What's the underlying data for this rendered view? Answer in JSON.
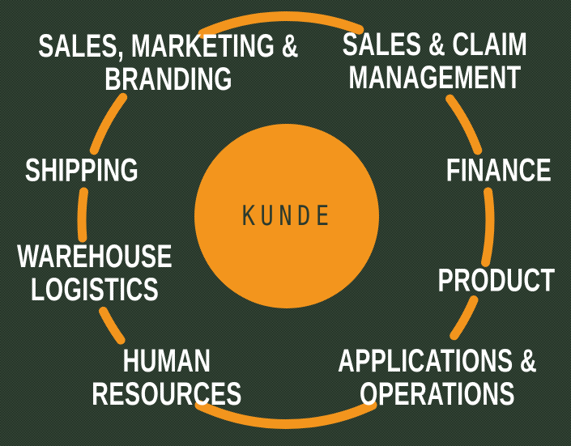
{
  "diagram": {
    "type": "circular-hub",
    "description": "Customer-centric company functions diagram"
  },
  "colors": {
    "accent": "#F3951D",
    "background": "#2c3b2f",
    "label_text": "#FFFFFF",
    "center_text": "#2b3a2e"
  },
  "center": {
    "label": "KUNDE"
  },
  "labels": [
    {
      "id": "sales-marketing-branding",
      "lines": [
        "SALES, MARKETING &",
        "BRANDING"
      ]
    },
    {
      "id": "sales-claim-management",
      "lines": [
        "SALES & CLAIM",
        "MANAGEMENT"
      ]
    },
    {
      "id": "shipping",
      "lines": [
        "SHIPPING"
      ]
    },
    {
      "id": "finance",
      "lines": [
        "FINANCE"
      ]
    },
    {
      "id": "warehouse-logistics",
      "lines": [
        "WAREHOUSE",
        "LOGISTICS"
      ]
    },
    {
      "id": "product",
      "lines": [
        "PRODUCT"
      ]
    },
    {
      "id": "human-resources",
      "lines": [
        "HUMAN",
        "RESOURCES"
      ]
    },
    {
      "id": "applications-operations",
      "lines": [
        "APPLICATIONS &",
        "OPERATIONS"
      ]
    }
  ]
}
